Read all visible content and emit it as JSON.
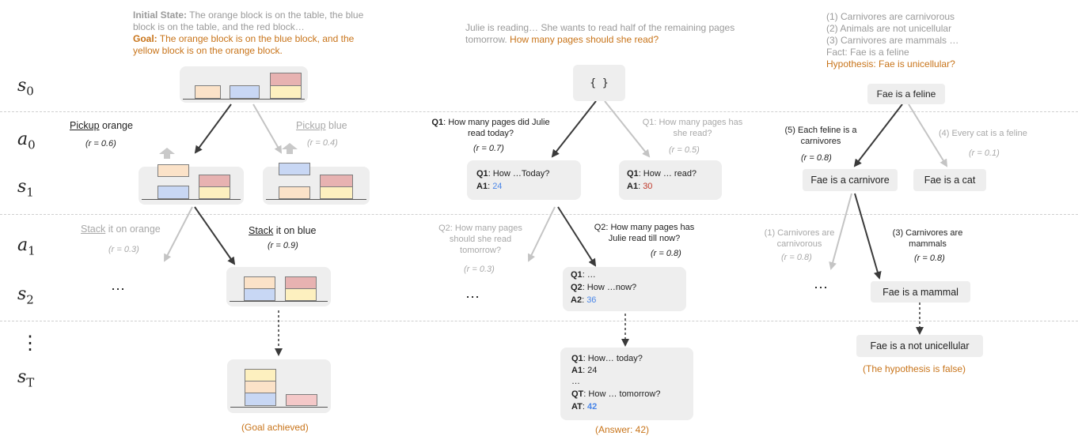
{
  "state_labels": {
    "s0": {
      "base": "s",
      "sub": "0"
    },
    "a0": {
      "base": "a",
      "sub": "0"
    },
    "s1": {
      "base": "s",
      "sub": "1"
    },
    "a1": {
      "base": "a",
      "sub": "1"
    },
    "s2": {
      "base": "s",
      "sub": "2"
    },
    "vdots": "⋮",
    "sT": {
      "base": "s",
      "sub": "T"
    }
  },
  "blocks": {
    "header_init_label": "Initial State:",
    "header_init_text": " The orange block is on the table, the blue block is on the table, and the red block…",
    "header_goal_label": "Goal:",
    "header_goal_text": " The orange block is on the blue block, and the yellow block is on the orange block.",
    "a0_left_word": "Pickup",
    "a0_left_rest": " orange",
    "a0_left_r": "(r = 0.6)",
    "a0_right_word": "Pickup",
    "a0_right_rest": " blue",
    "a0_right_r": "(r = 0.4)",
    "a1_left_word": "Stack",
    "a1_left_rest": " it on orange",
    "a1_left_r": "(r = 0.3)",
    "a1_right_word": "Stack",
    "a1_right_rest": " it on blue",
    "a1_right_r": "(r = 0.9)",
    "ellipsis": "⋯",
    "final": "(Goal achieved)"
  },
  "math": {
    "header_plain": "Julie is reading… She wants to read half of the remaining pages tomorrow.",
    "header_question": " How many pages should she read?",
    "root": "{ }",
    "a0_left_q": "Q1",
    "a0_left_text": ": How many pages did Julie read today?",
    "a0_left_r": "(r = 0.7)",
    "a0_right_text": "Q1: How many pages has she read?",
    "a0_right_r": "(r = 0.5)",
    "s1_left_q": "Q1",
    "s1_left_q_text": ": How …Today?",
    "s1_left_a": "A1",
    "s1_left_a_val": "24",
    "s1_right_q": "Q1",
    "s1_right_q_text": ": How … read?",
    "s1_right_a": "A1",
    "s1_right_a_val": "30",
    "a1_left_text": "Q2: How many pages should she read tomorrow?",
    "a1_left_r": "(r = 0.3)",
    "a1_right_text": "Q2: How many pages has Julie read till now?",
    "a1_right_r": "(r = 0.8)",
    "s2_q1": "Q1",
    "s2_q1_text": ": …",
    "s2_q2": "Q2",
    "s2_q2_text": ": How …now?",
    "s2_a2": "A2",
    "s2_a2_val": "36",
    "ellipsis": "⋯",
    "sT_q1": "Q1",
    "sT_q1_text": ":  How… today?",
    "sT_a1": "A1",
    "sT_a1_text": ": 24",
    "sT_dots": "…",
    "sT_qt": "QT",
    "sT_qt_text": ": How … tomorrow?",
    "sT_at": "AT",
    "sT_at_val": "42",
    "answer": "(Answer: 42)"
  },
  "logic": {
    "premise1": "(1) Carnivores are carnivorous",
    "premise2": "(2) Animals are not unicellular",
    "premise3": "(3) Carnivores are mammals …",
    "fact": "Fact: Fae is a feline",
    "hypothesis": "Hypothesis: Fae is unicellular?",
    "root": "Fae is a feline",
    "a0_left": "(5) Each feline is a carnivores",
    "a0_left_r": "(r = 0.8)",
    "a0_right": "(4) Every cat is a feline",
    "a0_right_r": "(r = 0.1)",
    "s1_left": "Fae is a carnivore",
    "s1_right": "Fae is a cat",
    "a1_left": "(1) Carnivores are carnivorous",
    "a1_left_r": "(r = 0.8)",
    "a1_right": "(3) Carnivores are mammals",
    "a1_right_r": "(r = 0.8)",
    "ellipsis": "⋯",
    "s2": "Fae is a mammal",
    "sT": "Fae is a not unicellular",
    "final": "(The hypothesis is false)"
  },
  "colors": {
    "orange_text": "#c8741a",
    "blue_value": "#4a86e8",
    "red_value": "#c0392b",
    "node_bg": "#eeeeee",
    "block_orange": "#fbe2c8",
    "block_blue": "#c8d7f4",
    "block_red": "#e7b2b1",
    "block_yellow": "#fdf0bf"
  }
}
